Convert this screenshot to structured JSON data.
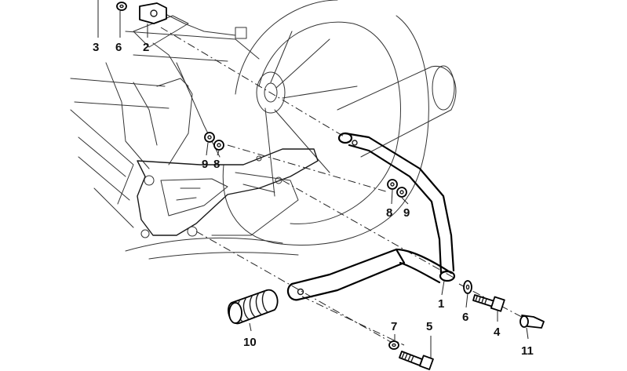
{
  "callouts": [
    {
      "id": "c3",
      "text": "3"
    },
    {
      "id": "c6a",
      "text": "6"
    },
    {
      "id": "c2",
      "text": "2"
    },
    {
      "id": "c9a",
      "text": "9"
    },
    {
      "id": "c8a",
      "text": "8"
    },
    {
      "id": "c8b",
      "text": "8"
    },
    {
      "id": "c9b",
      "text": "9"
    },
    {
      "id": "c1",
      "text": "1"
    },
    {
      "id": "c6b",
      "text": "6"
    },
    {
      "id": "c4",
      "text": "4"
    },
    {
      "id": "c11",
      "text": "11"
    },
    {
      "id": "c7",
      "text": "7"
    },
    {
      "id": "c5",
      "text": "5"
    },
    {
      "id": "c10",
      "text": "10"
    }
  ]
}
